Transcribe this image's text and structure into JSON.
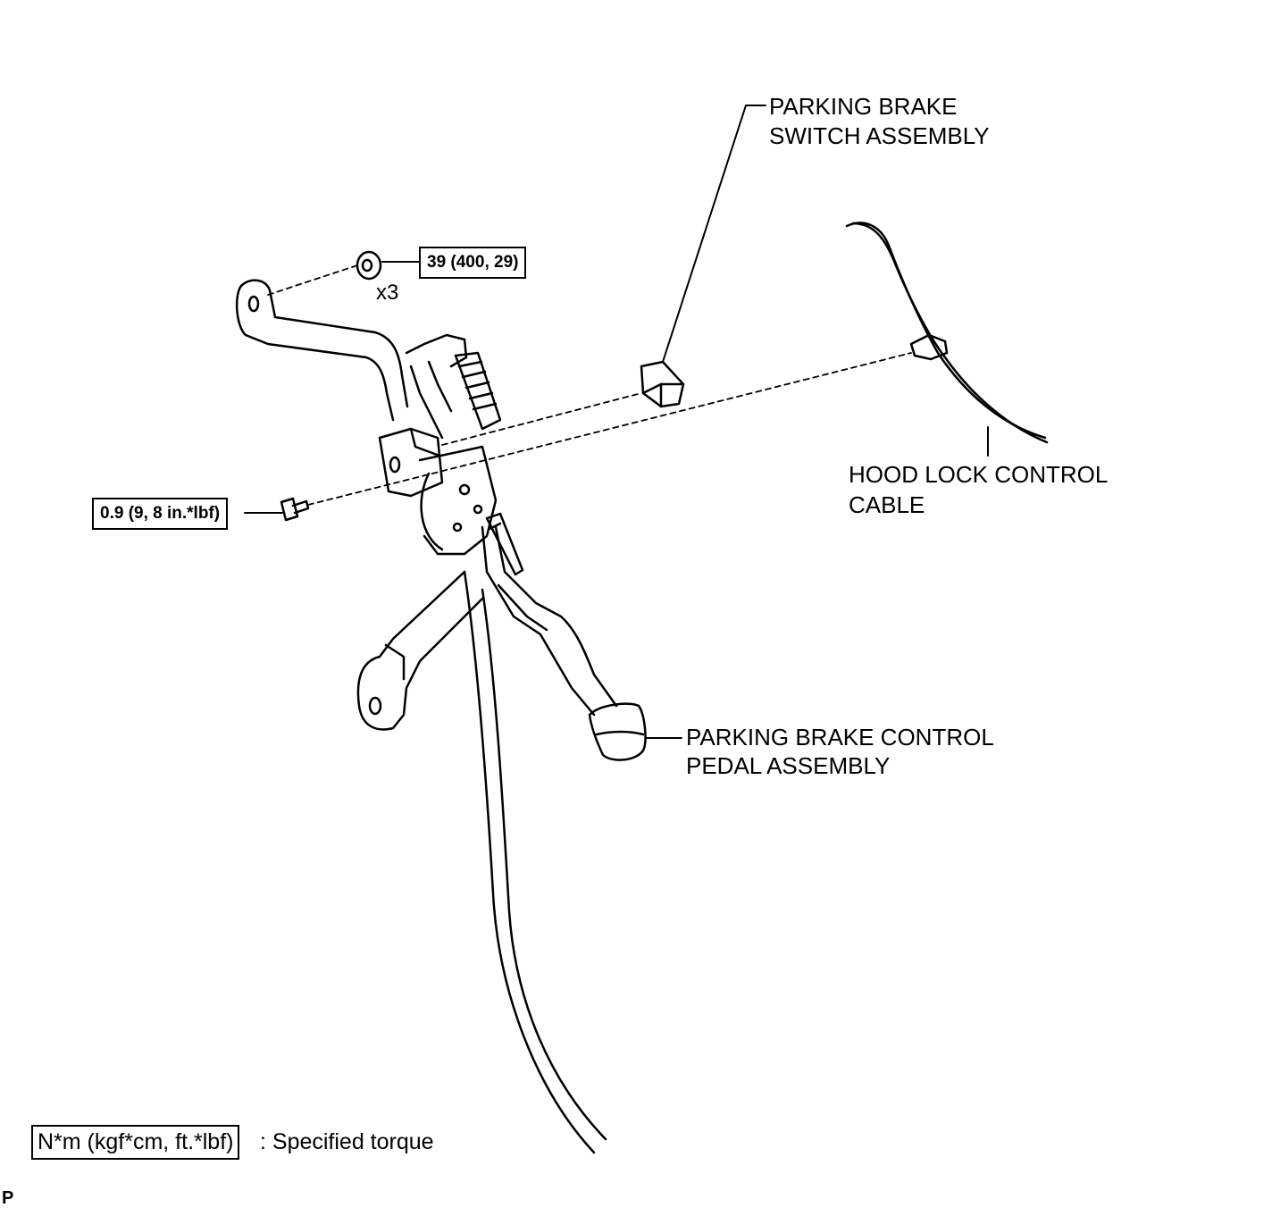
{
  "labels": {
    "switch_line1": "PARKING BRAKE",
    "switch_line2": "SWITCH ASSEMBLY",
    "cable_line1": "HOOD LOCK CONTROL",
    "cable_line2": "CABLE",
    "pedal_line1": "PARKING BRAKE CONTROL",
    "pedal_line2": "PEDAL ASSEMBLY"
  },
  "torque": {
    "nut": "39 (400, 29)",
    "nut_qty": "x3",
    "bolt": "0.9 (9, 8 in.*lbf)"
  },
  "legend": {
    "unit": "N*m (kgf*cm, ft.*lbf)",
    "text": ": Specified torque"
  },
  "corner_code": "P"
}
